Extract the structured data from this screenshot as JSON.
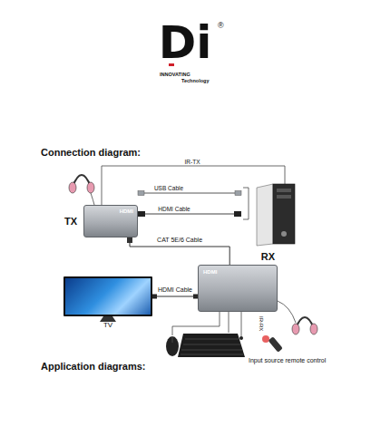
{
  "diagram": {
    "title": "Connection diagram:",
    "nodes": [
      {
        "text": [
          "TX",
          "HDMI"
        ]
      },
      {
        "text": [
          "RX",
          "HDMI"
        ]
      },
      {
        "text": [
          "TV"
        ]
      }
    ],
    "edges": [
      {
        "from": 0,
        "to": 1,
        "label": "CAT 5E/6 Cable",
        "arrow": "none"
      },
      {
        "from": 2,
        "to": 1,
        "label": "HDMI Cable",
        "arrow": "none"
      }
    ],
    "labels": [
      "Di",
      "®",
      "INNOVATING",
      "Technology",
      "IR-TX",
      "USB Cable",
      "HDMI Cable",
      "IR-RX",
      "Input source remote control",
      "Application diagrams:"
    ]
  }
}
